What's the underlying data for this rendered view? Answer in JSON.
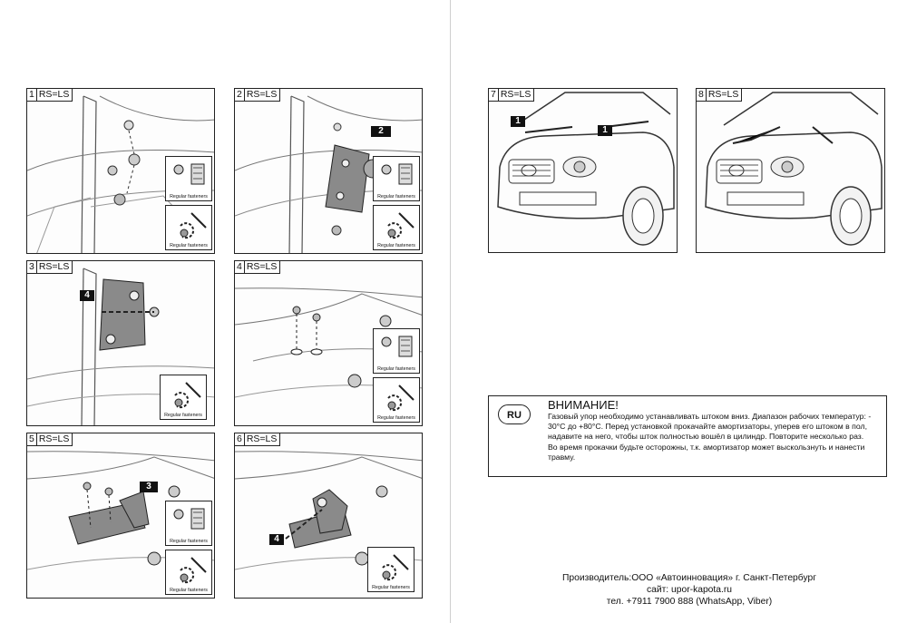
{
  "panels": [
    {
      "num": "1",
      "tag": "RS=LS",
      "callout": "",
      "inset_top": "Regular fasteners",
      "inset_bottom": "Regular fasteners"
    },
    {
      "num": "2",
      "tag": "RS=LS",
      "callout": "2",
      "inset_top": "Regular fasteners",
      "inset_bottom": "Regular fasteners"
    },
    {
      "num": "3",
      "tag": "RS=LS",
      "callout": "4",
      "inset_top": "",
      "inset_bottom": "Regular fasteners"
    },
    {
      "num": "4",
      "tag": "RS=LS",
      "callout": "",
      "inset_top": "Regular fasteners",
      "inset_bottom": "Regular fasteners"
    },
    {
      "num": "5",
      "tag": "RS=LS",
      "callout": "3",
      "inset_top": "Regular fasteners",
      "inset_bottom": "Regular fasteners"
    },
    {
      "num": "6",
      "tag": "RS=LS",
      "callout": "4",
      "inset_top": "",
      "inset_bottom": "Regular fasteners"
    },
    {
      "num": "7",
      "tag": "RS=LS",
      "callouts": [
        "1",
        "1"
      ]
    },
    {
      "num": "8",
      "tag": "RS=LS"
    }
  ],
  "warning": {
    "badge": "RU",
    "title": "ВНИМАНИЕ!",
    "text": "Газовый упор необходимо устанавливать штоком вниз. Диапазон рабочих температур: - 30°C до +80°C. Перед установкой прокачайте амортизаторы, уперев его штоком в пол, надавите на него, чтобы шток полностью вошёл в цилиндр. Повторите несколько раз. Во время прокачки будьте осторожны, т.к. амортизатор может выскользнуть и нанести травму."
  },
  "footer": {
    "line1": "Производитель:ООО «Автоинновация» г. Санкт-Петербург",
    "line2": "сайт: upor-kapota.ru",
    "line3": "тел. +7911 7900 888 (WhatsApp, Viber)"
  },
  "colors": {
    "line": "#222222",
    "bracket": "#7a7a7a",
    "paper": "#ffffff"
  }
}
